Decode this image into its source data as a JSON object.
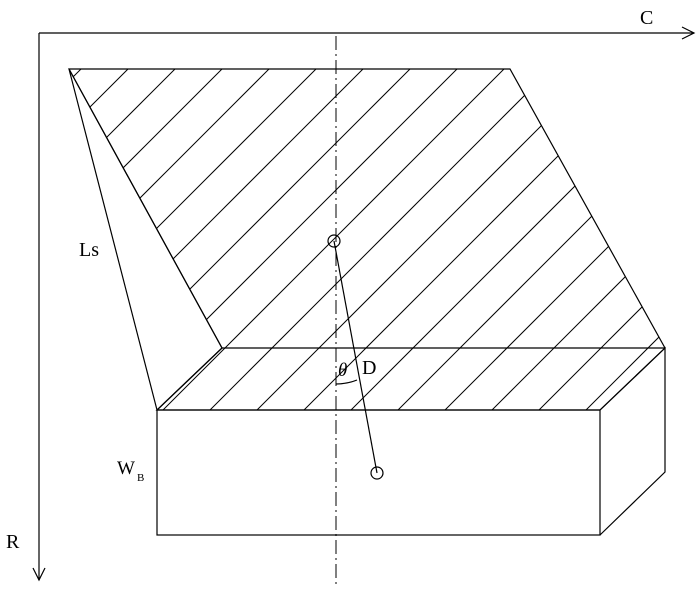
{
  "axes": {
    "horizontal_label": "C",
    "vertical_label": "R"
  },
  "labels": {
    "ls": "Ls",
    "theta": "θ",
    "d": "D",
    "wb_main": "W",
    "wb_sub": "B"
  },
  "colors": {
    "stroke": "#000000",
    "background": "#ffffff"
  }
}
